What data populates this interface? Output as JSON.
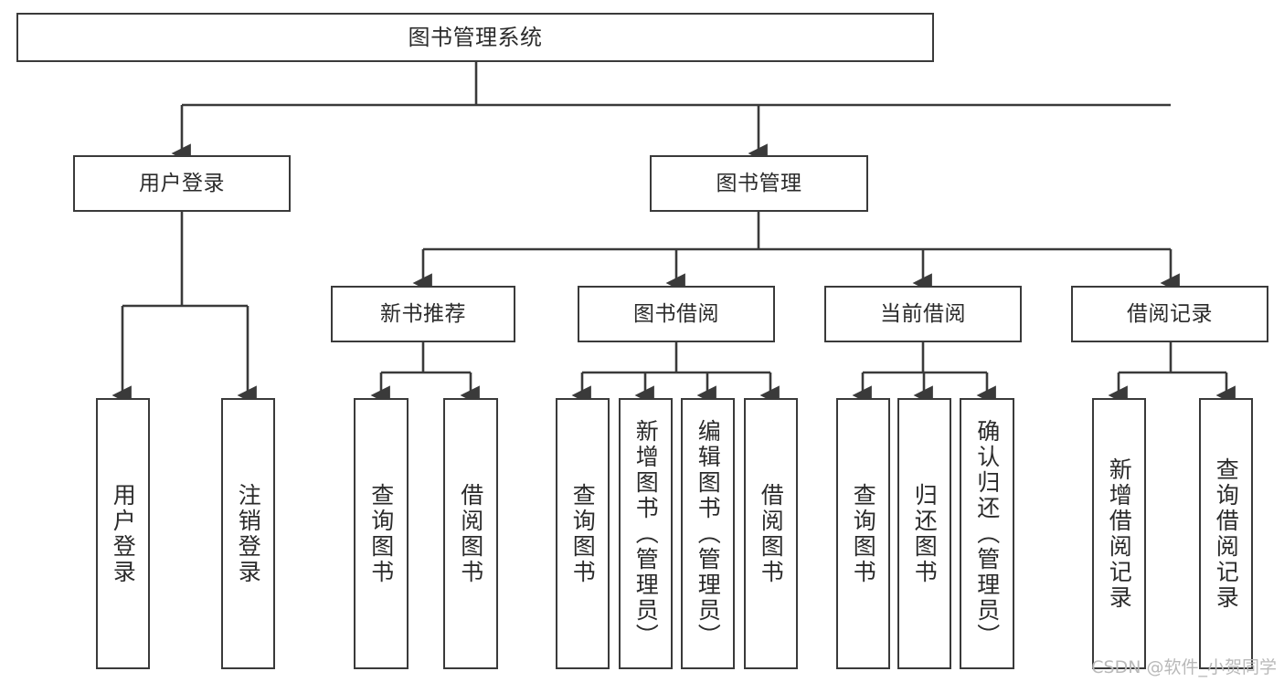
{
  "diagram": {
    "type": "tree",
    "title": "图书管理系统",
    "root": {
      "id": "root",
      "label": "图书管理系统"
    },
    "level2": [
      {
        "id": "user-login",
        "label": "用户登录"
      },
      {
        "id": "book-manage",
        "label": "图书管理"
      }
    ],
    "level3": [
      {
        "id": "new-book-recommend",
        "label": "新书推荐"
      },
      {
        "id": "book-borrow",
        "label": "图书借阅"
      },
      {
        "id": "current-borrow",
        "label": "当前借阅"
      },
      {
        "id": "borrow-record",
        "label": "借阅记录"
      }
    ],
    "leaves": {
      "user_login": [
        {
          "id": "leaf-user-login",
          "label": "用户登录"
        },
        {
          "id": "leaf-logout",
          "label": "注销登录"
        }
      ],
      "new_book_recommend": [
        {
          "id": "leaf-query-book-1",
          "label": "查询图书"
        },
        {
          "id": "leaf-borrow-book-1",
          "label": "借阅图书"
        }
      ],
      "book_borrow": [
        {
          "id": "leaf-query-book-2",
          "label": "查询图书"
        },
        {
          "id": "leaf-add-book",
          "label": "新增图书（管理员）"
        },
        {
          "id": "leaf-edit-book",
          "label": "编辑图书（管理员）"
        },
        {
          "id": "leaf-borrow-book-2",
          "label": "借阅图书"
        }
      ],
      "current_borrow": [
        {
          "id": "leaf-query-book-3",
          "label": "查询图书"
        },
        {
          "id": "leaf-return-book",
          "label": "归还图书"
        },
        {
          "id": "leaf-confirm-return",
          "label": "确认归还（管理员）"
        }
      ],
      "borrow_record": [
        {
          "id": "leaf-add-record",
          "label": "新增借阅记录"
        },
        {
          "id": "leaf-query-record",
          "label": "查询借阅记录"
        }
      ]
    }
  },
  "watermark": {
    "text": "CSDN @软件_小贺同学"
  },
  "colors": {
    "box_border": "#3a3a3a",
    "box_fill": "#ffffff",
    "text": "#2b2b2b",
    "edge": "#3a3a3a",
    "watermark": "#b9b9b9",
    "background": "#ffffff"
  }
}
